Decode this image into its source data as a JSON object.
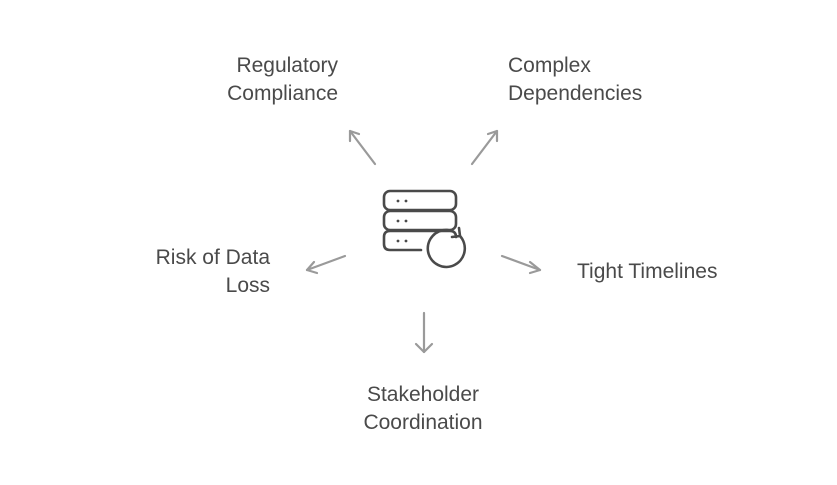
{
  "center_icon": "database-refresh-icon",
  "colors": {
    "text": "#4a4a4a",
    "arrow": "#9a9a9a",
    "icon_stroke": "#4a4a4a"
  },
  "nodes": {
    "regulatory": {
      "line1": "Regulatory",
      "line2": "Compliance"
    },
    "complex": {
      "line1": "Complex",
      "line2": "Dependencies"
    },
    "risk": {
      "line1": "Risk of Data",
      "line2": "Loss"
    },
    "tight": {
      "line1": "Tight Timelines"
    },
    "stakeholder": {
      "line1": "Stakeholder",
      "line2": "Coordination"
    }
  }
}
